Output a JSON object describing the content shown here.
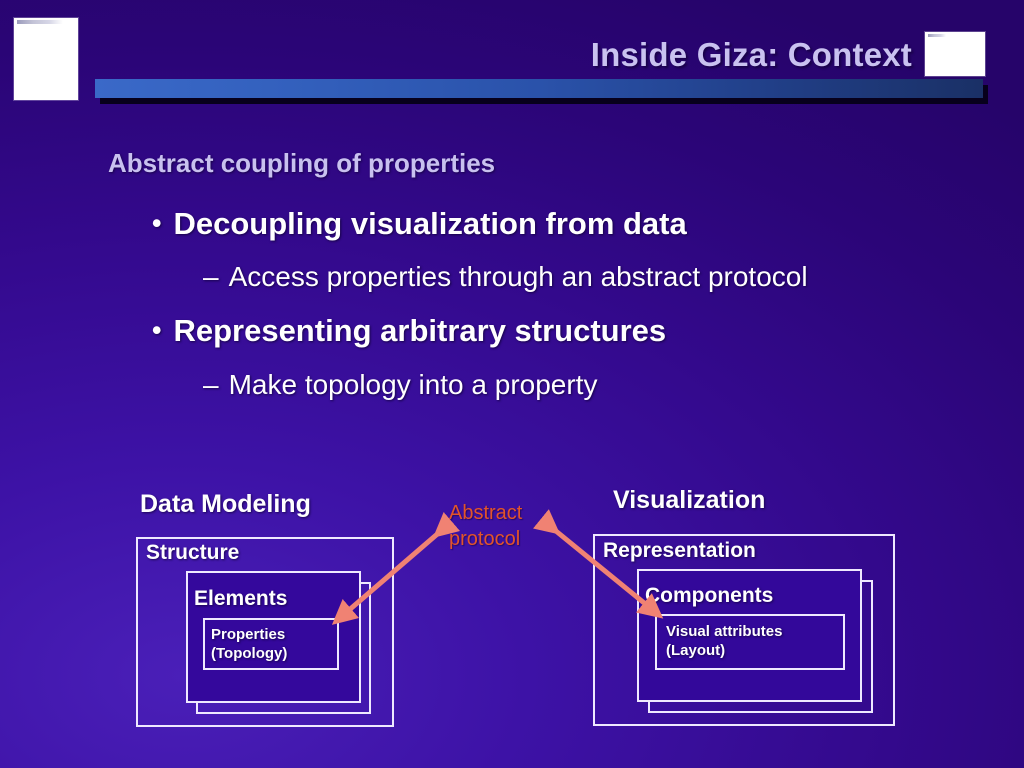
{
  "slide": {
    "title": "Inside Giza: Context",
    "subhead": "Abstract coupling of properties",
    "bullets": [
      {
        "marker": "•",
        "text": "Decoupling visualization from data",
        "sub_marker": "–",
        "sub_text": "Access properties through an abstract protocol"
      },
      {
        "marker": "•",
        "text": "Representing arbitrary structures",
        "sub_marker": "–",
        "sub_text": "Make topology into a property"
      }
    ]
  },
  "diagram": {
    "left": {
      "heading": "Data Modeling",
      "outer_label": "Structure",
      "mid_label": "Elements",
      "inner_label_line1": "Properties",
      "inner_label_line2": "(Topology)"
    },
    "right": {
      "heading": "Visualization",
      "outer_label": "Representation",
      "mid_label": "Components",
      "inner_label_line1": "Visual attributes",
      "inner_label_line2": "(Layout)"
    },
    "connector": {
      "label_line1": "Abstract",
      "label_line2": "protocol",
      "label_color": "#e2542a",
      "arrow_color": "#f08273"
    }
  },
  "theme": {
    "background_dark": "#26046a",
    "background_light": "#4a1fb8",
    "title_color": "#c9c2f0",
    "body_color": "#ffffff",
    "rule_gradient_start": "#3a69c8",
    "rule_gradient_end": "#1a3066",
    "box_border": "#efe9ff"
  }
}
